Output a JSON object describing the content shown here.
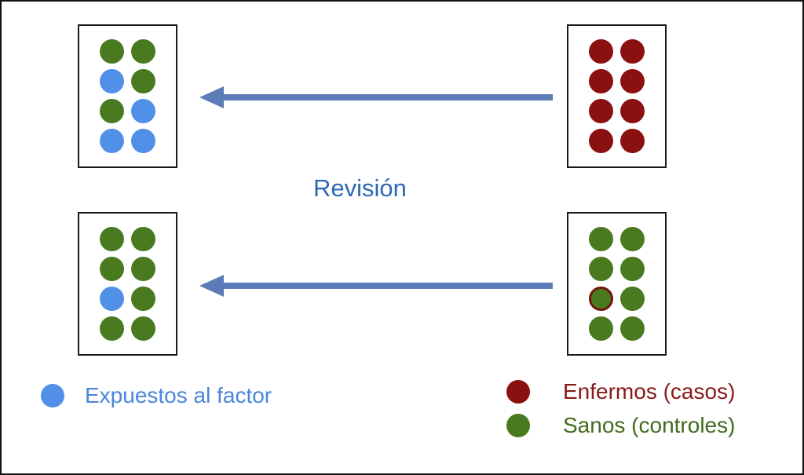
{
  "colors": {
    "frame-border": "#111111",
    "box-border": "#1a1a1a",
    "dot-green": "#4a7a1f",
    "dot-blue": "#5190e8",
    "dot-darkred": "#8b1010",
    "ring-darkred": "#701708",
    "arrow-blue": "#5b7cb8",
    "revision-text": "#2d68b6",
    "legend-exposed-text": "#4a86d8",
    "legend-cases-text": "#8b1919",
    "legend-controls-text": "#3f6b1d"
  },
  "diagram": {
    "center_label": "Revisión",
    "boxes": {
      "top_left": {
        "dots": [
          "green",
          "green",
          "blue",
          "green",
          "green",
          "blue",
          "blue",
          "blue"
        ]
      },
      "top_right": {
        "dots": [
          "darkred",
          "darkred",
          "darkred",
          "darkred",
          "darkred",
          "darkred",
          "darkred",
          "darkred"
        ]
      },
      "bottom_left": {
        "dots": [
          "green",
          "green",
          "green",
          "green",
          "blue",
          "green",
          "green",
          "green"
        ]
      },
      "bottom_right": {
        "dots": [
          "green",
          "green",
          "green",
          "green",
          "ringed",
          "green",
          "green",
          "green"
        ]
      }
    }
  },
  "legend": {
    "exposed": {
      "label": "Expuestos al factor",
      "dot": "blue"
    },
    "cases": {
      "label": "Enfermos (casos)",
      "dot": "darkred"
    },
    "controls": {
      "label": "Sanos (controles)",
      "dot": "green"
    }
  }
}
